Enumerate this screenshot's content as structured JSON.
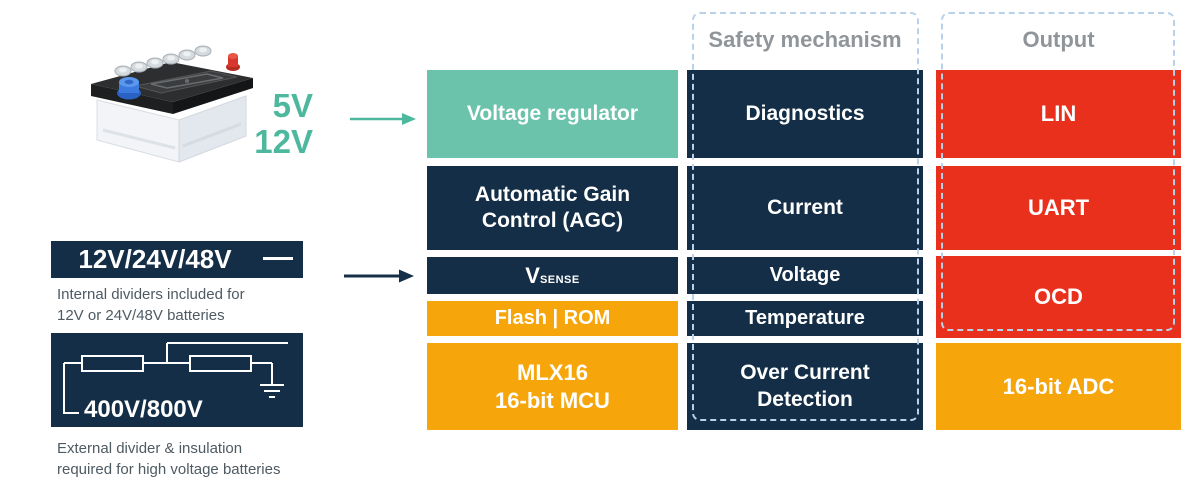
{
  "colors": {
    "navy": "#132e46",
    "teal": "#6cc3ab",
    "teal-text": "#4db89e",
    "orange": "#f6a50b",
    "red": "#e8301d",
    "dash": "#b9d2ec",
    "header-gray": "#90959a",
    "caption": "#4e5a62"
  },
  "inputs": {
    "low_voltage_line1": "5V",
    "low_voltage_line2": "12V",
    "mid_voltage_label": "12V/24V/48V",
    "mid_voltage_caption": "Internal dividers included for\n12V or 24V/48V batteries",
    "high_voltage_label": "400V/800V",
    "high_voltage_caption": "External divider & insulation\nrequired for high voltage batteries"
  },
  "chip_column": {
    "voltage_regulator": "Voltage regulator",
    "agc": "Automatic Gain Control (AGC)",
    "vsense_main": "V",
    "vsense_sub": "SENSE",
    "flash_rom": "Flash | ROM",
    "mcu": "MLX16\n16-bit MCU"
  },
  "safety_column": {
    "header": "Safety mechanism",
    "items": [
      {
        "label": "Diagnostics"
      },
      {
        "label": "Current"
      },
      {
        "label": "Voltage"
      },
      {
        "label": "Temperature"
      },
      {
        "label": "Over Current\nDetection"
      }
    ]
  },
  "output_column": {
    "header": "Output",
    "items": [
      {
        "label": "LIN"
      },
      {
        "label": "UART"
      },
      {
        "label": "OCD"
      },
      {
        "label": "16-bit ADC"
      }
    ]
  }
}
